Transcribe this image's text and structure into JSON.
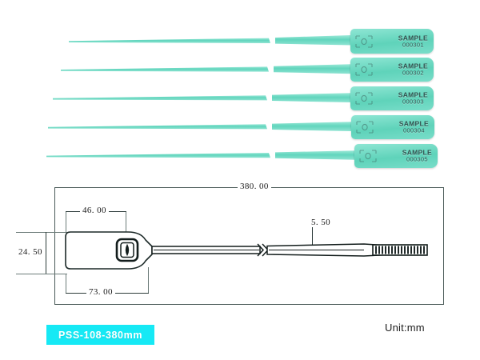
{
  "page": {
    "background_color": "#ffffff",
    "accent_color": "#16e9f5",
    "seal_color": "#6fd9c4",
    "line_color": "#2d3b3a"
  },
  "photo": {
    "caption": "",
    "seals": [
      {
        "sample_label": "SAMPLE",
        "serial": "000301",
        "emboss_icon": "lock-emboss-icon"
      },
      {
        "sample_label": "SAMPLE",
        "serial": "000302",
        "emboss_icon": "lock-emboss-icon"
      },
      {
        "sample_label": "SAMPLE",
        "serial": "000303",
        "emboss_icon": "lock-emboss-icon"
      },
      {
        "sample_label": "SAMPLE",
        "serial": "000304",
        "emboss_icon": "lock-emboss-icon"
      },
      {
        "sample_label": "SAMPLE",
        "serial": "000305",
        "emboss_icon": "lock-emboss-icon"
      }
    ]
  },
  "drawing": {
    "dimensions": {
      "total_length": "380. 00",
      "head_length": "46. 00",
      "head_height": "24. 50",
      "overall_width": "73. 00",
      "strap_width": "5. 50"
    },
    "lock_slot_icon": "lock-slot-icon",
    "break_symbol_icon": "break-line-icon",
    "serration_icon": "ribbed-tail-icon"
  },
  "footer": {
    "product_code": "PSS-108-380mm",
    "unit_note": "Unit:mm"
  }
}
